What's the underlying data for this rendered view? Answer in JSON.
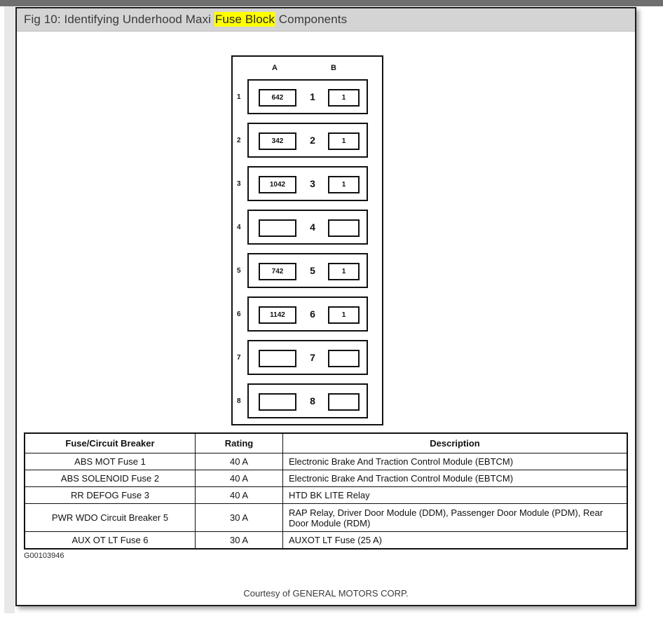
{
  "title": {
    "prefix": "Fig 10: Identifying Underhood Maxi ",
    "highlight": "Fuse Block",
    "suffix": " Components"
  },
  "diagram": {
    "column_headers": {
      "a": "A",
      "b": "B"
    },
    "rows": [
      {
        "index": "1",
        "slot_a": "642",
        "middle": "1",
        "slot_b": "1"
      },
      {
        "index": "2",
        "slot_a": "342",
        "middle": "2",
        "slot_b": "1"
      },
      {
        "index": "3",
        "slot_a": "1042",
        "middle": "3",
        "slot_b": "1"
      },
      {
        "index": "4",
        "slot_a": "",
        "middle": "4",
        "slot_b": ""
      },
      {
        "index": "5",
        "slot_a": "742",
        "middle": "5",
        "slot_b": "1"
      },
      {
        "index": "6",
        "slot_a": "1142",
        "middle": "6",
        "slot_b": "1"
      },
      {
        "index": "7",
        "slot_a": "",
        "middle": "7",
        "slot_b": ""
      },
      {
        "index": "8",
        "slot_a": "",
        "middle": "8",
        "slot_b": ""
      }
    ]
  },
  "table": {
    "headers": {
      "name": "Fuse/Circuit Breaker",
      "rating": "Rating",
      "description": "Description"
    },
    "rows": [
      {
        "name": "ABS MOT Fuse 1",
        "rating": "40 A",
        "description": "Electronic Brake And Traction Control Module (EBTCM)"
      },
      {
        "name": "ABS SOLENOID Fuse 2",
        "rating": "40 A",
        "description": "Electronic Brake And Traction Control Module (EBTCM)"
      },
      {
        "name": "RR DEFOG Fuse 3",
        "rating": "40 A",
        "description": "HTD BK LITE Relay"
      },
      {
        "name": "PWR WDO Circuit Breaker 5",
        "rating": "30 A",
        "description": "RAP Relay, Driver Door Module (DDM), Passenger Door Module (PDM), Rear Door Module (RDM)"
      },
      {
        "name": "AUX OT LT Fuse 6",
        "rating": "30 A",
        "description": "AUXOT LT Fuse (25 A)"
      }
    ]
  },
  "figure_code": "G00103946",
  "courtesy": "Courtesy of GENERAL MOTORS CORP.",
  "colors": {
    "title_bar": "#d4d4d4",
    "highlight": "#ffff00",
    "ink": "#111111",
    "paper": "#ffffff"
  }
}
